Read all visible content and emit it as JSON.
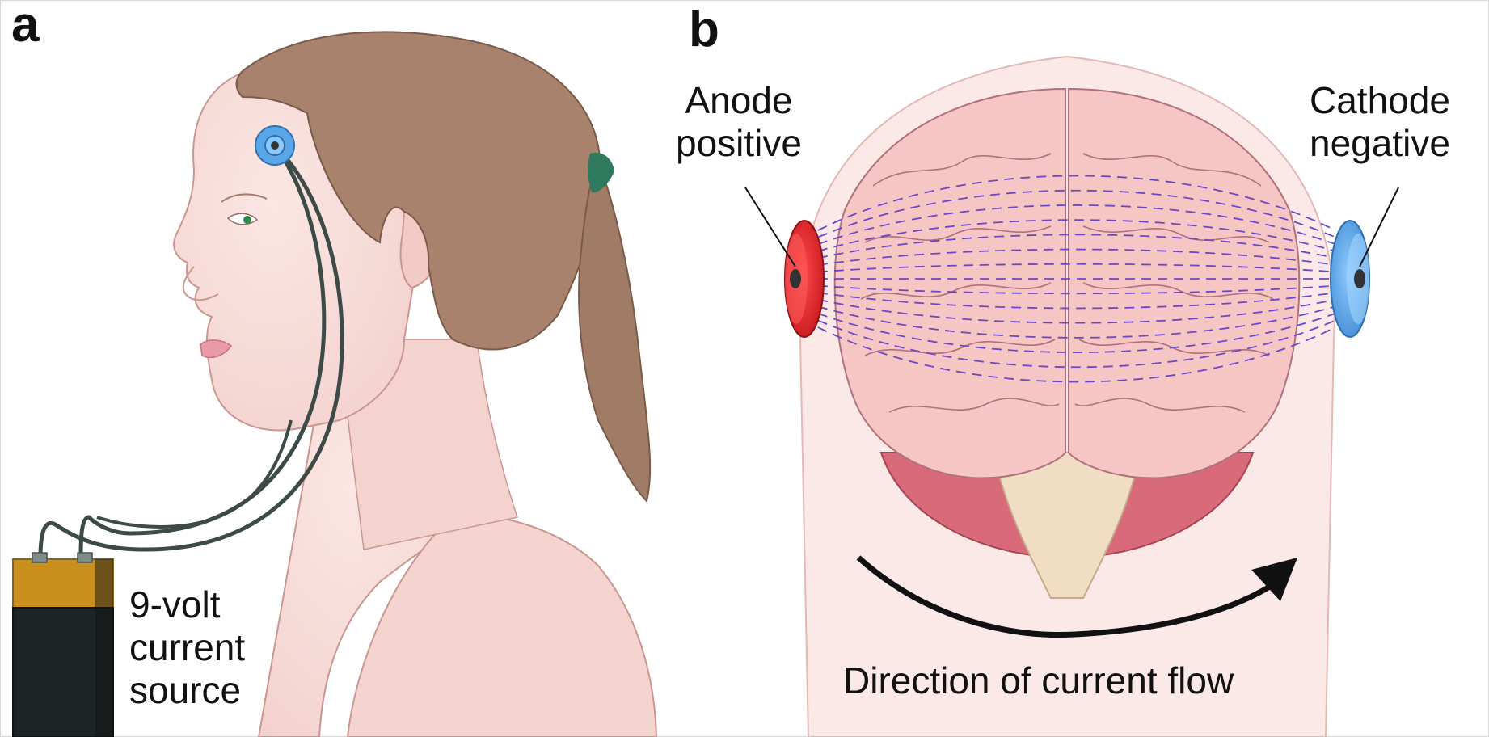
{
  "panels": {
    "a": {
      "letter": "a",
      "source_label_lines": [
        "9-volt",
        "current",
        "source"
      ]
    },
    "b": {
      "letter": "b",
      "anode_label_lines": [
        "Anode",
        "positive"
      ],
      "cathode_label_lines": [
        "Cathode",
        "negative"
      ],
      "flow_label": "Direction of current flow"
    }
  },
  "colors": {
    "skin": "#f7dcd8",
    "skin_shadow": "#efc4c0",
    "hair": "#a8826c",
    "hair_dark": "#8a6655",
    "anode": "#e3262b",
    "cathode": "#5aa7e8",
    "brain": "#f6c6c4",
    "brain_line": "#b0707e",
    "field_lines": "#6a48c8",
    "cerebellum": "#d86a7a",
    "brainstem": "#f1dcc4",
    "battery_top": "#c9901e",
    "battery_body": "#1c2424",
    "wire": "#3c4a48",
    "hair_tie": "#2f7a5e"
  },
  "icons": [
    "battery-icon",
    "electrode-icon",
    "arrow-icon"
  ]
}
